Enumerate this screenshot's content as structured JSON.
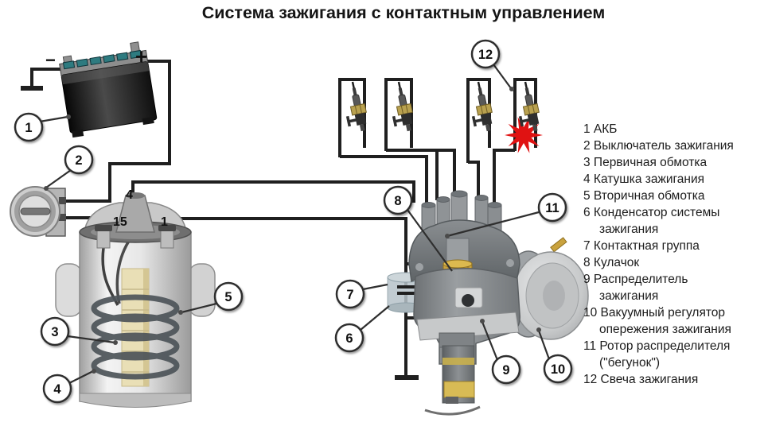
{
  "title": "Система зажигания с контактным управлением",
  "battery": {
    "plus": "+",
    "minus": "−"
  },
  "coil_terminals": {
    "t4": "4",
    "t15": "15",
    "t1": "1"
  },
  "callouts": [
    {
      "number": "1"
    },
    {
      "number": "2"
    },
    {
      "number": "3"
    },
    {
      "number": "4"
    },
    {
      "number": "5"
    },
    {
      "number": "6"
    },
    {
      "number": "7"
    },
    {
      "number": "8"
    },
    {
      "number": "9"
    },
    {
      "number": "10"
    },
    {
      "number": "11"
    },
    {
      "number": "12"
    }
  ],
  "legend": {
    "items": [
      {
        "line1": "1 АКБ",
        "line2": ""
      },
      {
        "line1": "2 Выключатель зажигания",
        "line2": ""
      },
      {
        "line1": "3 Первичная обмотка",
        "line2": ""
      },
      {
        "line1": "4 Катушка зажигания",
        "line2": ""
      },
      {
        "line1": "5 Вторичная обмотка",
        "line2": ""
      },
      {
        "line1": "6 Конденсатор системы",
        "line2": "зажигания"
      },
      {
        "line1": "7 Контактная группа",
        "line2": ""
      },
      {
        "line1": "8 Кулачок",
        "line2": ""
      },
      {
        "line1": "9 Распределитель",
        "line2": "зажигания"
      },
      {
        "line1": "10 Вакуумный регулятор",
        "line2": "опережения зажигания"
      },
      {
        "line1": "11 Ротор распределителя",
        "line2": "(\"бегунок\")"
      },
      {
        "line1": "12 Свеча зажигания",
        "line2": ""
      }
    ]
  },
  "colors": {
    "wire": "#1f1f1f",
    "spark_red": "#e01212",
    "cam_gold": "#c9a23e",
    "battery_cap_teal": "#2e7b80",
    "capacitor_body": "#b7c3c9"
  }
}
